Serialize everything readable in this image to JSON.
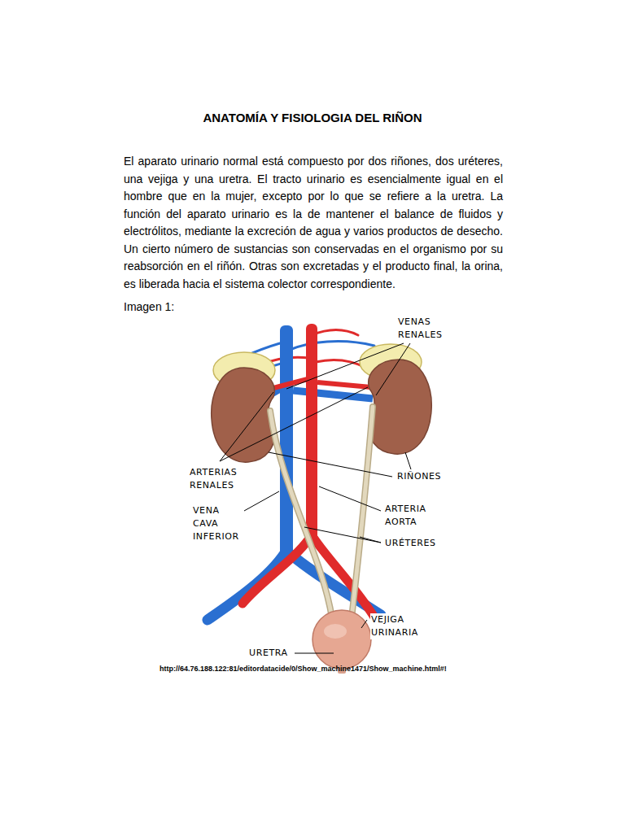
{
  "diagram": {
    "title": "ANATOMÍA Y FISIOLOGIA DEL RIÑON",
    "caption": "http://64.76.188.122:81/editordatacide/0/Show_machine1471/Show_machine.html#!",
    "labels": [
      "El aparato urinario normal está compuesto por dos riñones, dos uréteres, una vejiga y una uretra. El tracto urinario es esencialmente igual en el hombre que en la mujer, excepto por lo que se refiere a la uretra. La función del aparato urinario es la de mantener el balance de fluidos y electrólitos, mediante la excreción de agua y varios productos de desecho. Un cierto número de sustancias son conservadas en el organismo por su reabsorción en el riñón. Otras son excretadas y el producto final, la orina, es liberada hacia el sistema colector correspondiente.",
      "Imagen 1:",
      "VENAS RENALES",
      "ARTERIAS RENALES",
      "RIÑONES",
      "VENA CAVA INFERIOR",
      "ARTERIA AORTA",
      "URÉTERES",
      "VEJIGA URINARIA",
      "URETRA"
    ]
  }
}
